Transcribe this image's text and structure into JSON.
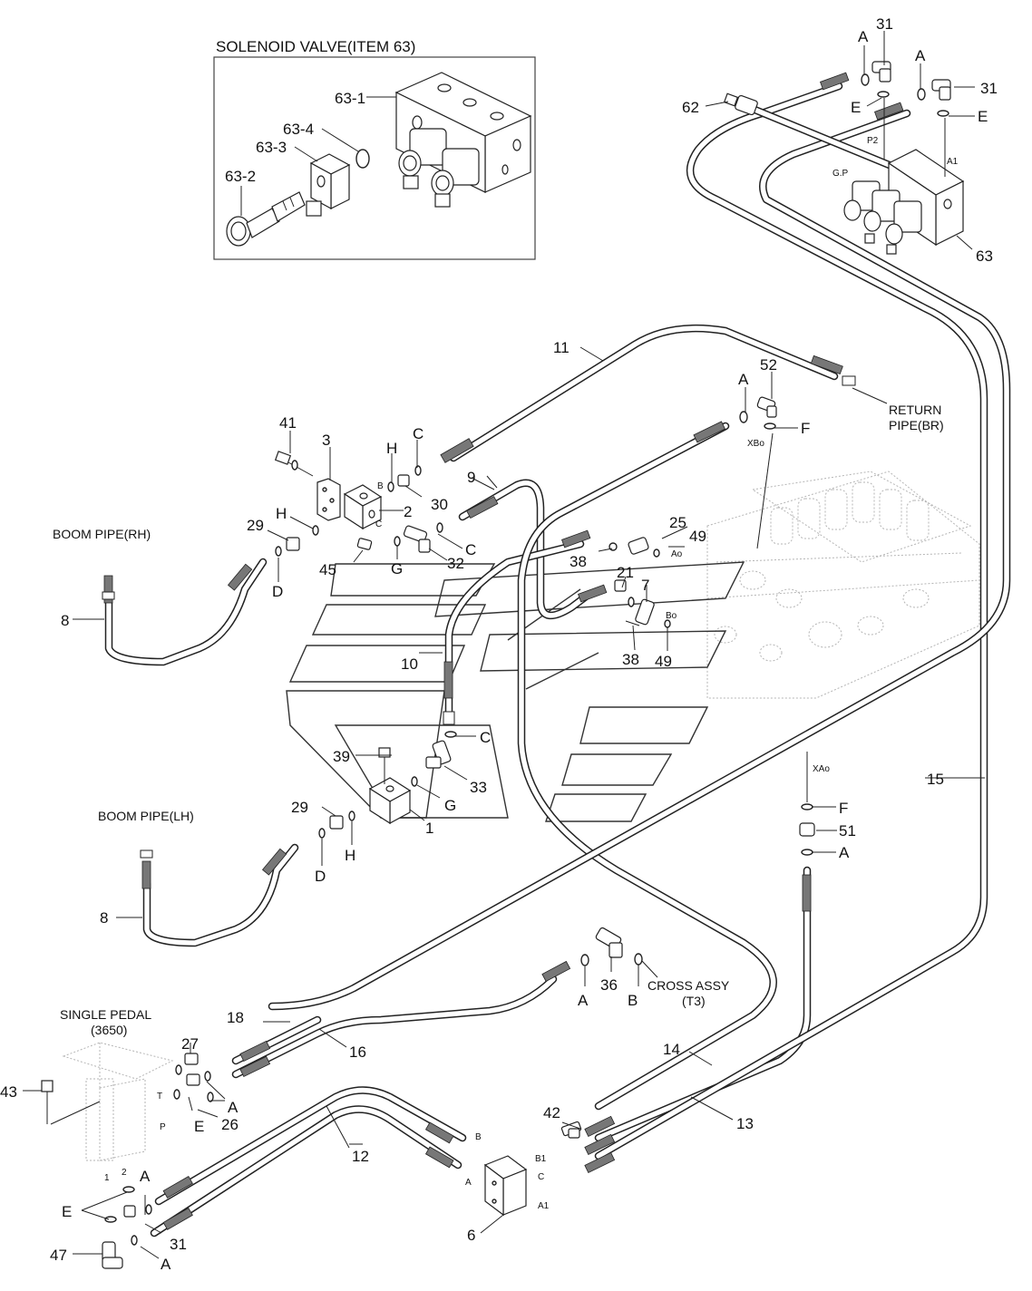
{
  "inset": {
    "title": "SOLENOID VALVE(ITEM 63)",
    "callouts": [
      "63-1",
      "63-2",
      "63-3",
      "63-4"
    ]
  },
  "callouts": {
    "c1": "1",
    "c2": "2",
    "c3": "3",
    "c6": "6",
    "c7": "7",
    "c8a": "8",
    "c8b": "8",
    "c9": "9",
    "c10": "10",
    "c11": "11",
    "c12": "12",
    "c13": "13",
    "c14": "14",
    "c15": "15",
    "c16": "16",
    "c18": "18",
    "c21": "21",
    "c25": "25",
    "c26": "26",
    "c27": "27",
    "c29a": "29",
    "c29b": "29",
    "c30": "30",
    "c31a": "31",
    "c31b": "31",
    "c31c": "31",
    "c32": "32",
    "c33": "33",
    "c36": "36",
    "c38a": "38",
    "c38b": "38",
    "c39": "39",
    "c41": "41",
    "c42": "42",
    "c43": "43",
    "c45": "45",
    "c47": "47",
    "c49a": "49",
    "c49b": "49",
    "c51": "51",
    "c52": "52",
    "c62": "62",
    "c63": "63"
  },
  "letters": {
    "A": "A",
    "B": "B",
    "C": "C",
    "D": "D",
    "E": "E",
    "F": "F",
    "G": "G",
    "H": "H"
  },
  "ports": {
    "P2": "P2",
    "GP": "G.P",
    "A1": "A1",
    "XBo": "XBo",
    "XAo": "XAo",
    "Ao": "Ao",
    "Bo": "Bo",
    "B": "B",
    "C": "C",
    "T": "T",
    "P": "P",
    "one": "1",
    "two": "2",
    "A": "A",
    "B1": "B1"
  },
  "notes": {
    "return_pipe_1": "RETURN",
    "return_pipe_2": "PIPE(BR)",
    "boom_rh": "BOOM PIPE(RH)",
    "boom_lh": "BOOM PIPE(LH)",
    "cross_assy_1": "CROSS ASSY",
    "cross_assy_2": "(T3)",
    "single_pedal_1": "SINGLE PEDAL",
    "single_pedal_2": "(3650)"
  }
}
